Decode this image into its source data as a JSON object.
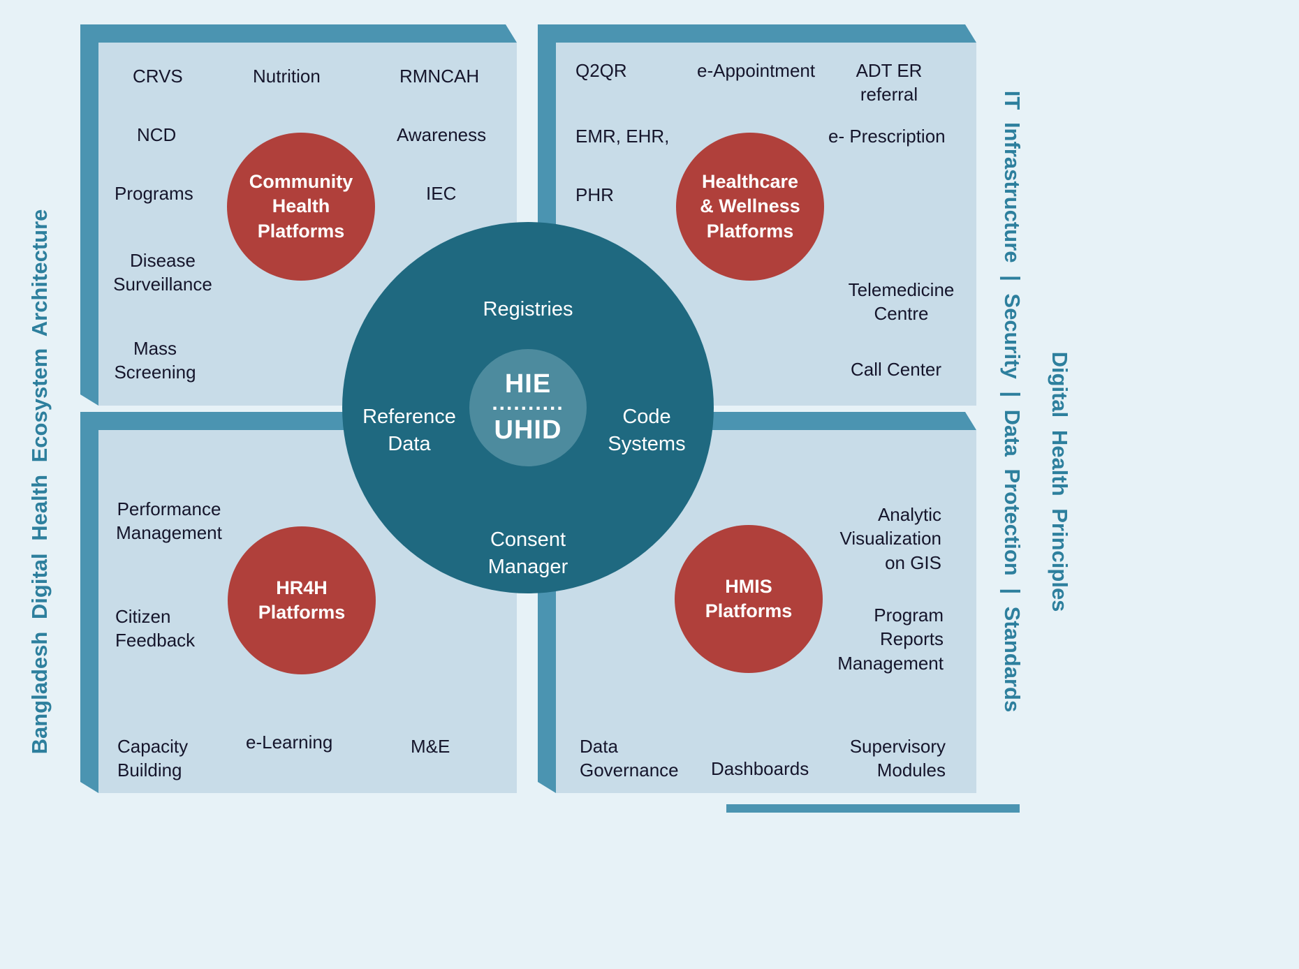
{
  "colors": {
    "background": "#e7f2f7",
    "panel_face": "#c8dce8",
    "panel_edge": "#4b94b1",
    "platform_circle_red": "#b0403b",
    "center_circle_teal": "#1f6980",
    "hub_circle_teal": "#4d8b9e",
    "side_text_teal": "#2d7f9d",
    "item_text": "#15152b"
  },
  "side_labels": {
    "left": "Bangladesh Digital Health Ecosystem Architecture",
    "right_inner": "IT Infrastructure | Security | Data Protection | Standards",
    "right_outer": "Digital Health Principles"
  },
  "center": {
    "registries": "Registries",
    "reference_data": "Reference\nData",
    "code_systems": "Code\nSystems",
    "consent_manager": "Consent\nManager",
    "hie": "HIE",
    "dots": "..........",
    "uhid": "UHID"
  },
  "community": {
    "circle": "Community\nHealth\nPlatforms",
    "items": [
      "CRVS",
      "Nutrition",
      "RMNCAH",
      "NCD",
      "Awareness",
      "Programs",
      "IEC",
      "Disease\nSurveillance",
      "Mass\nScreening"
    ]
  },
  "healthcare": {
    "circle": "Healthcare\n& Wellness\nPlatforms",
    "items": [
      "Q2QR",
      "e-Appointment",
      "ADT ER\nreferral",
      "EMR, EHR,",
      "e- Prescription",
      "PHR",
      "Telemedicine\nCentre",
      "Call Center"
    ]
  },
  "hr4h": {
    "circle": "HR4H\nPlatforms",
    "items": [
      "Performance\nManagement",
      "Citizen\nFeedback",
      "Capacity\nBuilding",
      "e-Learning",
      "M&E"
    ]
  },
  "hmis": {
    "circle": "HMIS\nPlatforms",
    "items": [
      "Analytic\nVisualization\non GIS",
      "Program\nReports\nManagement",
      "Data\nGovernance",
      "Dashboards",
      "Supervisory\nModules"
    ]
  }
}
